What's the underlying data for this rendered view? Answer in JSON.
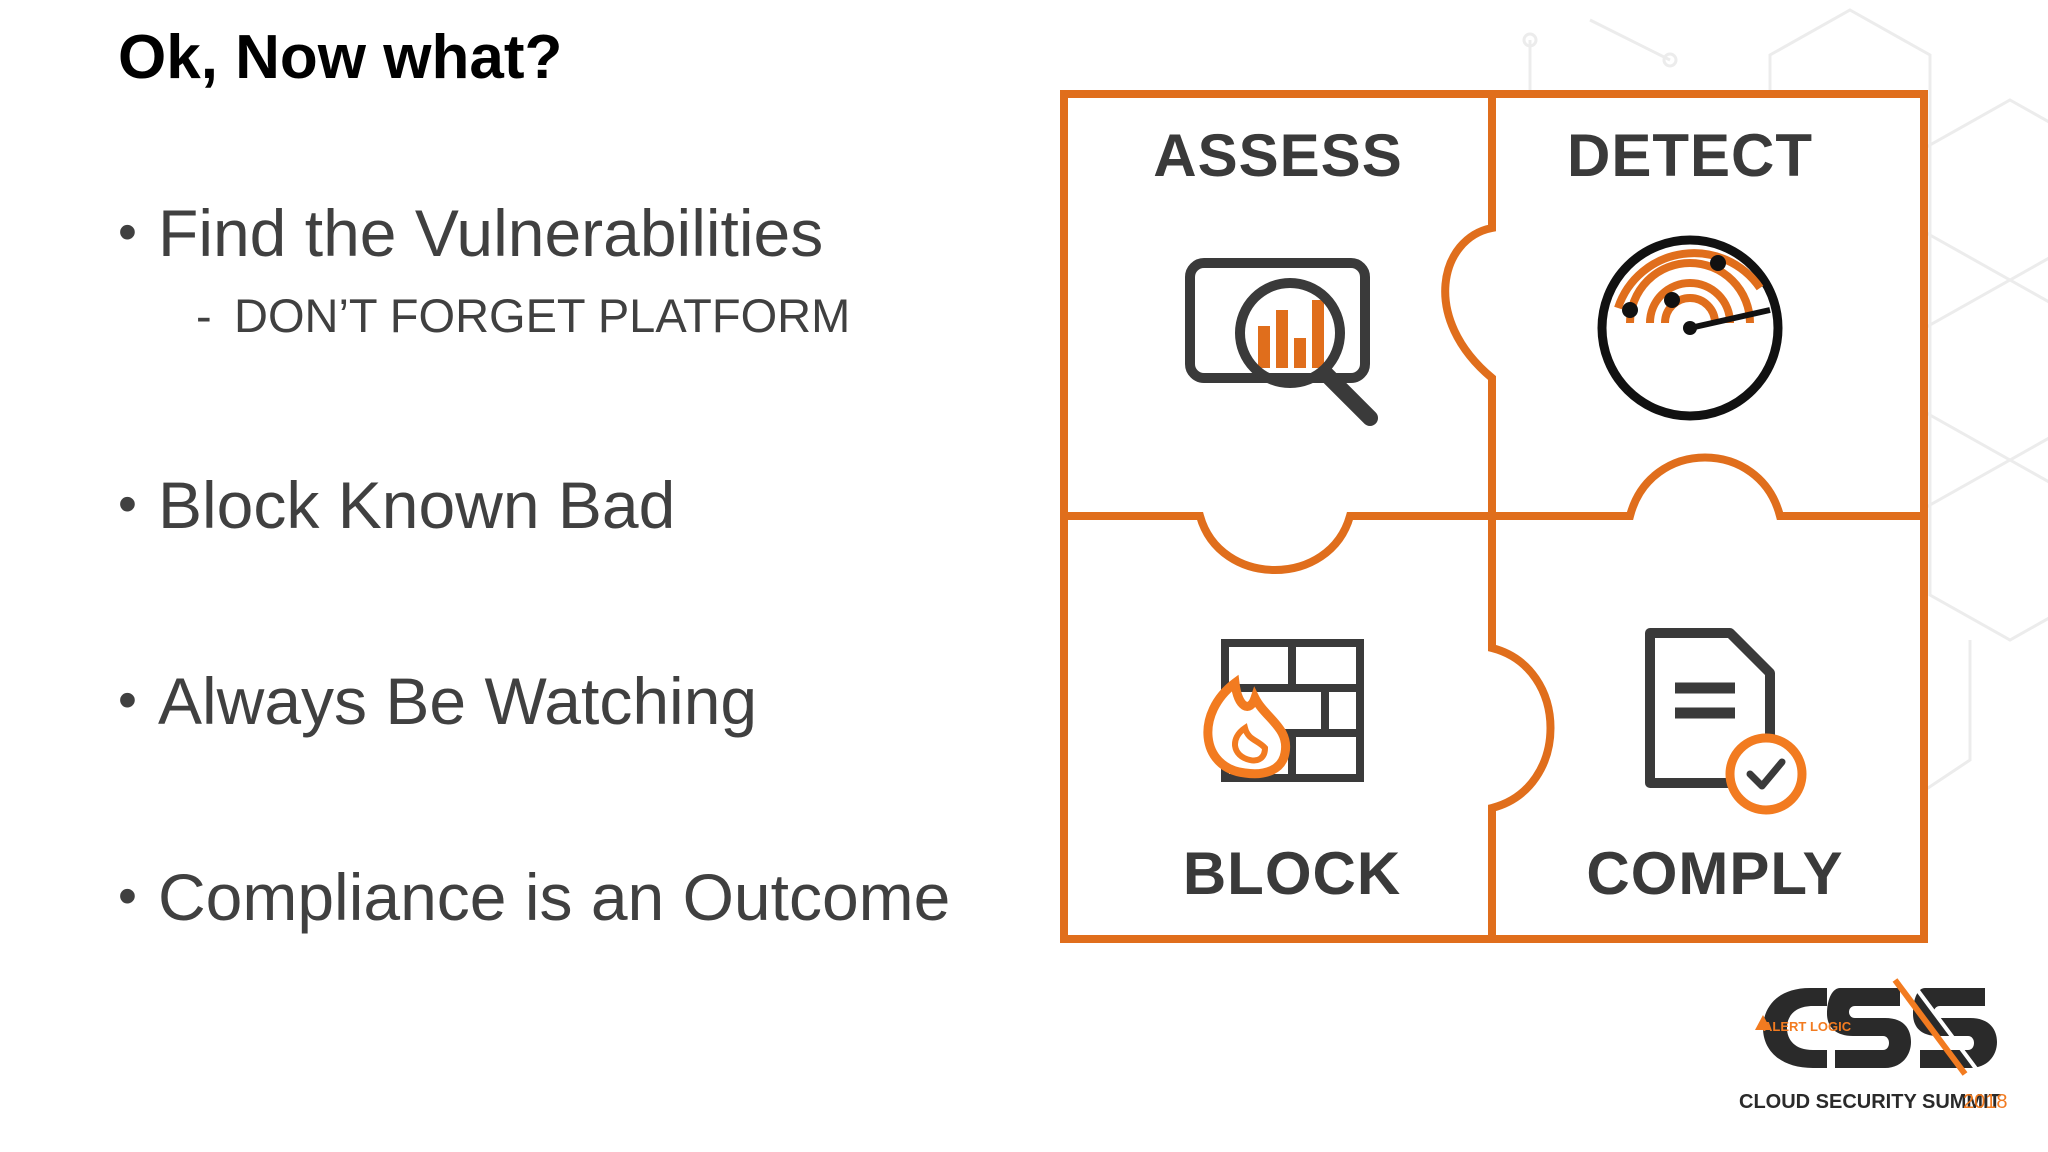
{
  "slide": {
    "title": "Ok, Now what?",
    "bullets": [
      {
        "text": "Find the Vulnerabilities",
        "sub": "DON’T FORGET PLATFORM"
      },
      {
        "text": "Block Known Bad"
      },
      {
        "text": "Always Be Watching"
      },
      {
        "text": "Compliance is an Outcome"
      }
    ],
    "bullet_symbol": "•",
    "sub_symbol": "-"
  },
  "puzzle": {
    "pieces": [
      {
        "label": "ASSESS",
        "icon": "magnifier-chart-icon"
      },
      {
        "label": "DETECT",
        "icon": "radar-icon"
      },
      {
        "label": "BLOCK",
        "icon": "firewall-icon"
      },
      {
        "label": "COMPLY",
        "icon": "document-check-icon"
      }
    ],
    "colors": {
      "outline": "#e06e1c",
      "icon": "#3a3a3a",
      "accent": "#f27b20"
    }
  },
  "logo": {
    "brand": "ALERT LOGIC",
    "mark": "CSS",
    "event": "CLOUD SECURITY SUMMIT",
    "year": "2018"
  }
}
